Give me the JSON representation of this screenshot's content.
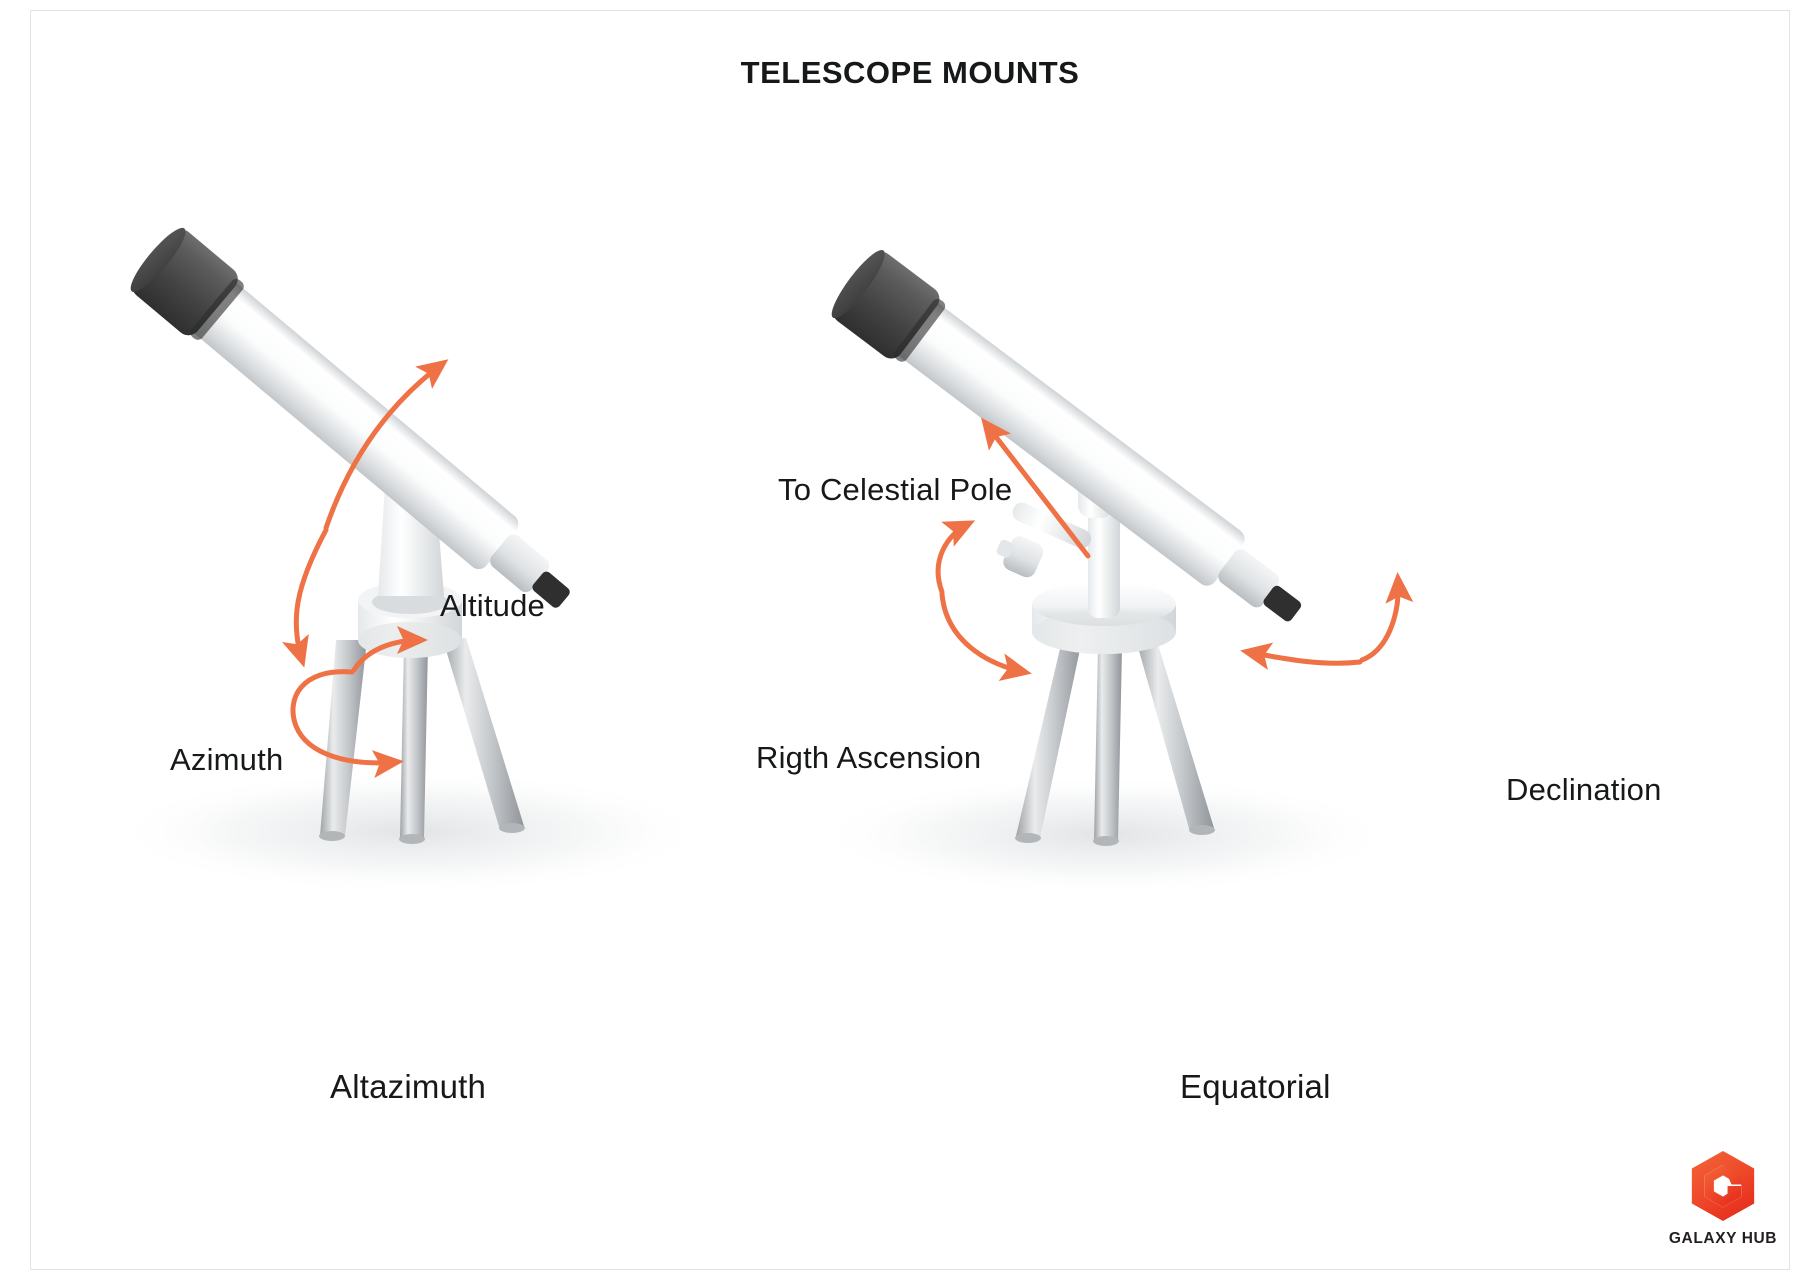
{
  "title": "TELESCOPE MOUNTS",
  "diagrams": [
    {
      "id": "altazimuth",
      "caption": "Altazimuth",
      "annotations": [
        {
          "id": "altitude",
          "label": "Altitude",
          "arrow": "double-headed-curved-arrow",
          "axis": "vertical-tilt"
        },
        {
          "id": "azimuth",
          "label": "Azimuth",
          "arrow": "double-headed-looping-arrow",
          "axis": "horizontal-rotation"
        }
      ]
    },
    {
      "id": "equatorial",
      "caption": "Equatorial",
      "annotations": [
        {
          "id": "celestial-pole",
          "label": "To Celestial Pole",
          "arrow": "straight-arrow",
          "axis": "polar-alignment"
        },
        {
          "id": "right-ascension",
          "label": "Rigth Ascension",
          "arrow": "double-headed-curved-arrow",
          "axis": "polar-rotation"
        },
        {
          "id": "declination",
          "label": "Declination",
          "arrow": "double-headed-curved-arrow",
          "axis": "declination-rotation"
        }
      ]
    }
  ],
  "logo": {
    "mark": "hexagon-g-icon",
    "text": "GALAXY HUB",
    "color_start": "#f1582c",
    "color_end": "#ea3323"
  },
  "colors": {
    "accent": "#ef7246",
    "text": "#16181a",
    "background": "#ffffff",
    "tube_light": "#ffffff",
    "tube_shade": "#d9dcde",
    "cap_dark": "#4a4a4a",
    "leg_metal": "#b9bcbe"
  }
}
